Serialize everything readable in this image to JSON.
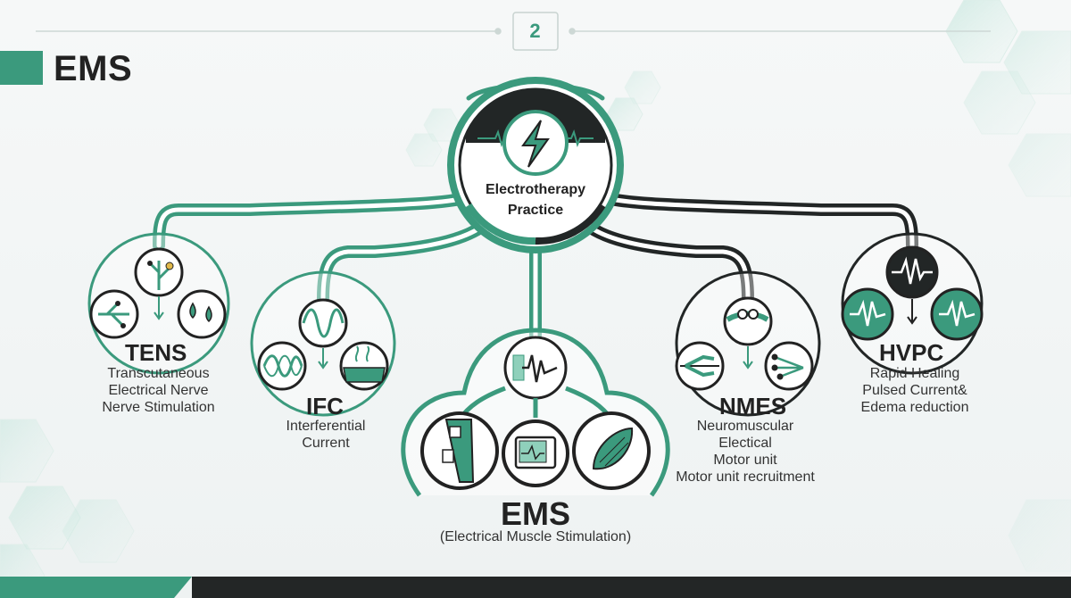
{
  "slide": {
    "number": "2",
    "title": "EMS"
  },
  "center": {
    "line1": "Electrotherapy",
    "line2": "Practice"
  },
  "modalities": [
    {
      "name": "TENS",
      "desc": [
        "Transcutaneous",
        "Electrical Nerve",
        "Nerve Stimulation"
      ]
    },
    {
      "name": "IFC",
      "desc": [
        "Interferential",
        "Current"
      ]
    },
    {
      "name": "EMS",
      "desc": [
        "(Electrical Muscle Stimulation)"
      ]
    },
    {
      "name": "NMES",
      "desc": [
        "Neuromuscular",
        "Electical",
        "Motor unit",
        "Motor unit recruitment"
      ]
    },
    {
      "name": "HVPC",
      "desc": [
        "Rapid Healing",
        "Pulsed Current&",
        "Edema reduction"
      ]
    }
  ],
  "icons": {
    "center": "lightning-bolt-icon",
    "tens": [
      "nerve-branch-icon",
      "neuron-icon",
      "droplet-charge-icon"
    ],
    "ifc": [
      "interference-wave-icon",
      "sine-wave-icon",
      "tissue-heat-icon"
    ],
    "ems": [
      "waveform-icon",
      "leg-electrode-icon",
      "stimulator-device-icon",
      "muscle-icon"
    ],
    "nmes": [
      "axon-terminal-icon",
      "motor-neuron-icon",
      "neuron-branch-icon"
    ],
    "hvpc": [
      "ecg-pulse-icon",
      "pulse-left-icon",
      "pulse-right-icon"
    ]
  },
  "colors": {
    "accent": "#3b9a7d",
    "accent_light": "#8fd0bb",
    "dark": "#222626",
    "bg": "#f2f5f5"
  }
}
